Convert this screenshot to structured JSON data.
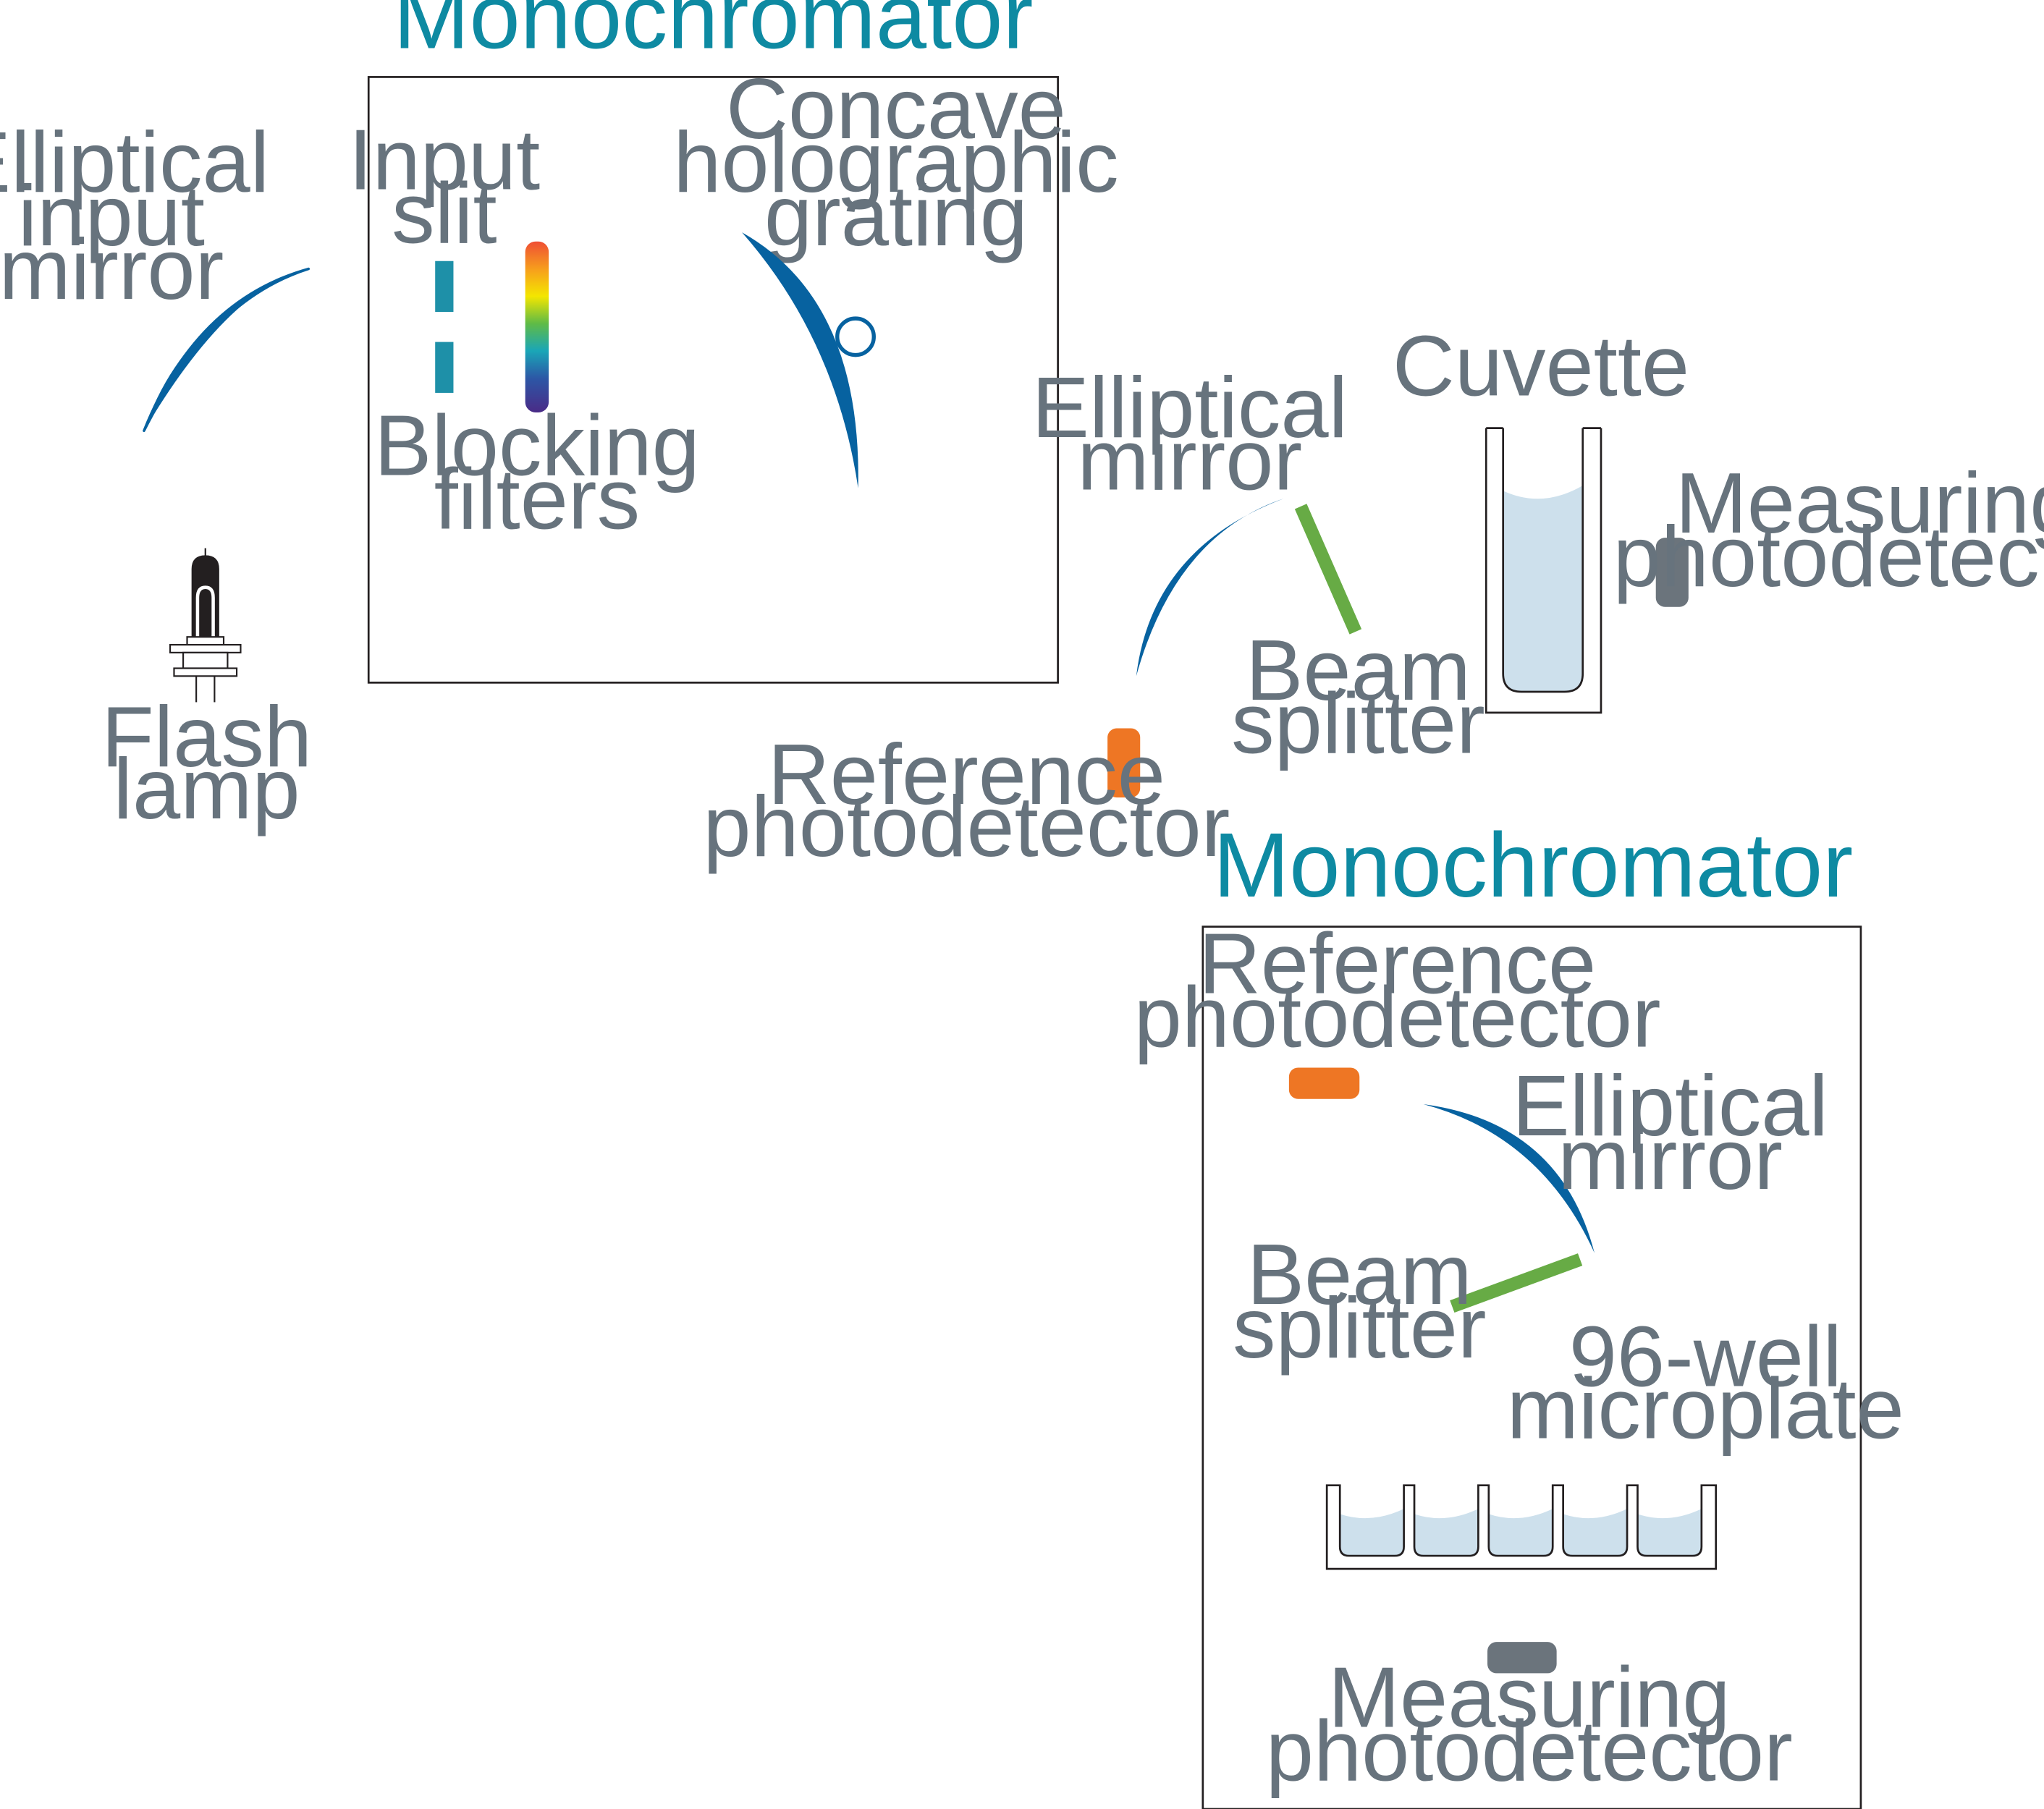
{
  "colors": {
    "label": "#67737d",
    "title": "#0e8aa2",
    "mirror": "#0762a0",
    "slit": "#1e90a8",
    "beam_splitter": "#67ab45",
    "reference_detector": "#ee7624",
    "measuring_detector": "#6b747c",
    "liquid": "#cde0ec"
  },
  "icons": {
    "lamp": "flash-lamp-icon",
    "mirror": "curved-mirror-shape",
    "filter": "rainbow-gradient-bar"
  },
  "monochromator": {
    "title": "Monochromator",
    "input_mirror": [
      "Elliptical",
      "input",
      "mirror"
    ],
    "input_slit": [
      "Input",
      "slit"
    ],
    "blocking_filters": [
      "Blocking",
      "filters"
    ],
    "grating": [
      "Concave",
      "holographic",
      "grating"
    ],
    "flash_lamp": [
      "Flash",
      "lamp"
    ]
  },
  "cuvette_setup": {
    "mirror": [
      "Elliptical",
      "mirror"
    ],
    "beam_splitter": [
      "Beam",
      "splitter"
    ],
    "cuvette": "Cuvette",
    "measuring": [
      "Measuring",
      "photodetector"
    ],
    "reference": [
      "Reference",
      "photodetector"
    ]
  },
  "microplate_setup": {
    "title": "Monochromator",
    "reference": [
      "Reference",
      "photodetector"
    ],
    "mirror": [
      "Elliptical",
      "mirror"
    ],
    "beam_splitter": [
      "Beam",
      "splitter"
    ],
    "plate": [
      "96-well",
      "microplate"
    ],
    "measuring": [
      "Measuring",
      "photodetector"
    ]
  }
}
